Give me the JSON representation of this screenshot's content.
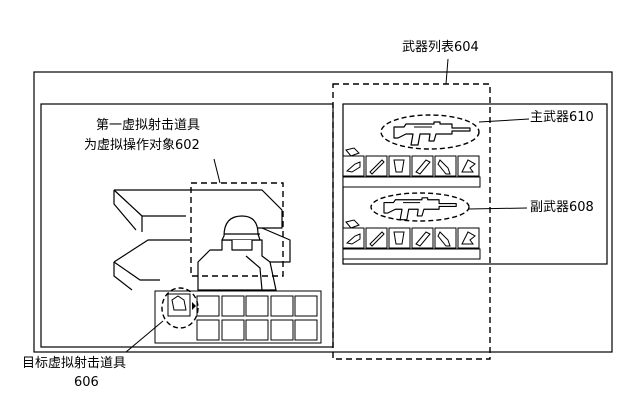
{
  "labels": {
    "weapon_list": "武器列表604",
    "primary_weapon": "主武器610",
    "secondary_weapon": "副武器608",
    "virtual_object_line1": "第一虚拟射击道具",
    "virtual_object_line2": "为虚拟操作对象602",
    "target_prop_line1": "目标虚拟射击道具",
    "target_prop_line2": "606"
  },
  "icons": {
    "attachment_slots": [
      "grip-icon",
      "stock-icon",
      "magazine-icon",
      "barrel-icon",
      "sight-icon",
      "muzzle-icon"
    ]
  }
}
